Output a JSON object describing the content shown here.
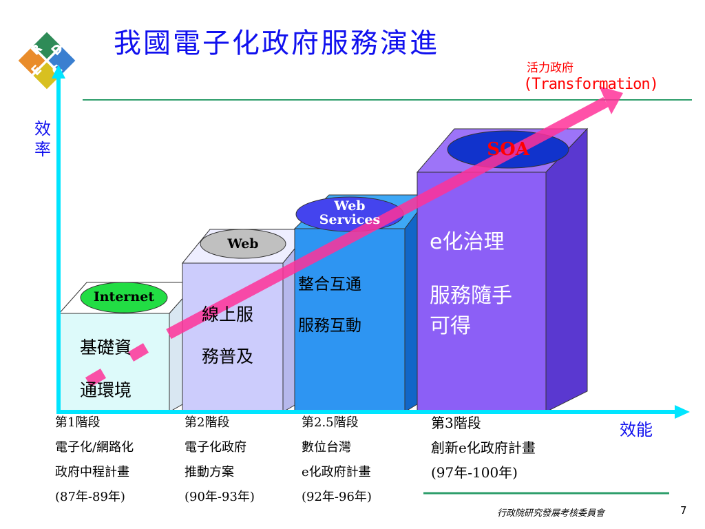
{
  "title": "我國電子化政府服務演進",
  "logo": {
    "letters": [
      "R",
      "D",
      "E",
      "C"
    ]
  },
  "axes": {
    "y_label": "效率",
    "x_label": "效能"
  },
  "arrow_label": {
    "line1": "活力政府",
    "line2": "(Transformation)"
  },
  "blocks": [
    {
      "tag": "Internet",
      "text1": "基礎資",
      "text2": "通環境"
    },
    {
      "tag": "Web",
      "text1": "線上服",
      "text2": "務普及"
    },
    {
      "tag1": "Web",
      "tag2": "Services",
      "text1": "整合互通",
      "text2": "服務互動"
    },
    {
      "tag": "SOA",
      "text1": "e化治理",
      "text2": "服務隨手",
      "text3": "可得"
    }
  ],
  "stages": [
    {
      "line1": "第1階段",
      "line2": "電子化/網路化",
      "line3": "政府中程計畫",
      "line4": "(87年-89年)"
    },
    {
      "line1": "第2階段",
      "line2": "電子化政府",
      "line3": "推動方案",
      "line4": "(90年-93年)"
    },
    {
      "line1": "第2.5階段",
      "line2": "數位台灣",
      "line3": "e化政府計畫",
      "line4": "(92年-96年)"
    },
    {
      "line1": "第3階段",
      "line2": "創新e化政府計畫",
      "line3": "(97年-100年)"
    }
  ],
  "footer": {
    "org": "行政院研究發展考核委員會",
    "page": "7"
  },
  "colors": {
    "title": "#1010ee",
    "accent_red": "#ff0000",
    "axis": "#00e5ff",
    "rule": "#2e9e6b",
    "arrow": "#ff3399"
  }
}
